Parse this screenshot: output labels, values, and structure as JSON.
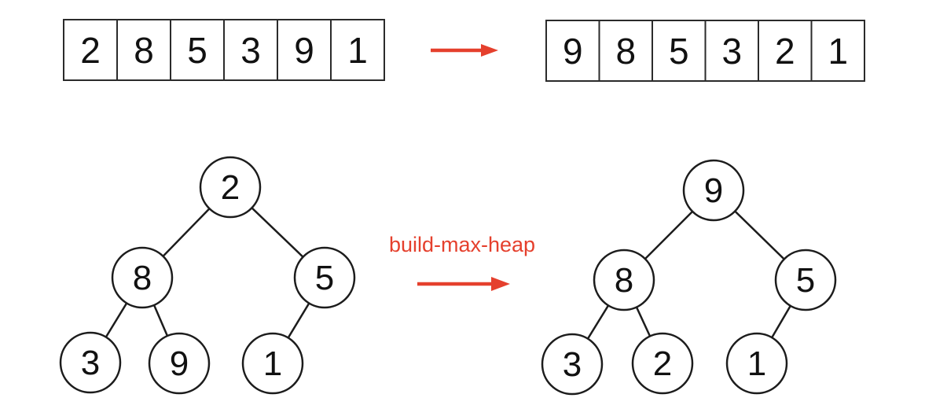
{
  "colors": {
    "ink": "#1c1c1c",
    "accent": "#e5402d",
    "background": "#ffffff"
  },
  "transform": {
    "label": "build-max-heap"
  },
  "input_array": {
    "values": [
      "2",
      "8",
      "5",
      "3",
      "9",
      "1"
    ]
  },
  "output_array": {
    "values": [
      "9",
      "8",
      "5",
      "3",
      "2",
      "1"
    ]
  },
  "input_tree": {
    "values": [
      "2",
      "8",
      "5",
      "3",
      "9",
      "1"
    ]
  },
  "output_tree": {
    "values": [
      "9",
      "8",
      "5",
      "3",
      "2",
      "1"
    ]
  }
}
